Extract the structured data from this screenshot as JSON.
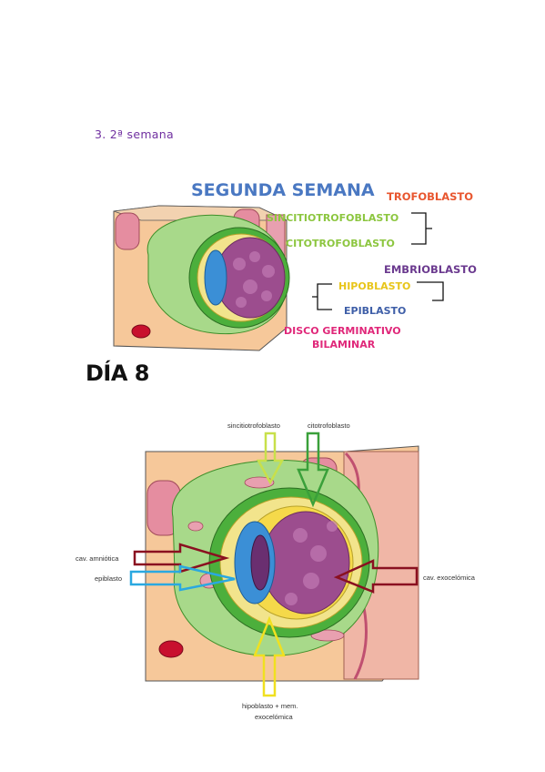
{
  "section": {
    "heading": "3. 2ª semana"
  },
  "figure1": {
    "title": "SEGUNDA SEMANA",
    "labels": {
      "trofoblasto": "TROFOBLASTO",
      "sincitiotrofoblasto": "SINCITIOTROFOBLASTO",
      "citotrofoblasto": "CITOTROFOBLASTO",
      "embrioblasto": "EMBRIOBLASTO",
      "hipoblasto": "HIPOBLASTO",
      "epiblasto": "EPIBLASTO",
      "disco_line1": "DISCO GERMINATIVO",
      "disco_line2": "BILAMINAR"
    },
    "colors": {
      "title": "#4a78c2",
      "trofoblasto": "#e8562f",
      "sincitio": "#8cc63f",
      "citotrofo": "#8cc63f",
      "embrioblasto": "#6b3a8f",
      "hipoblasto": "#e8c51a",
      "epiblasto": "#3f5fa8",
      "disco": "#e0287a"
    }
  },
  "day_label": "DÍA 8",
  "figure2": {
    "labels": {
      "sincitiotrofoblasto": "sincitiotrofoblasto",
      "citotrofoblasto": "citotrofoblasto",
      "cav_amniotica": "cav. amniótica",
      "epiblasto": "epiblasto",
      "cav_exocelomica": "cav. exocelómica",
      "hipoblasto_line1": "hipoblasto + mem.",
      "hipoblasto_line2": "exocelómica"
    }
  }
}
